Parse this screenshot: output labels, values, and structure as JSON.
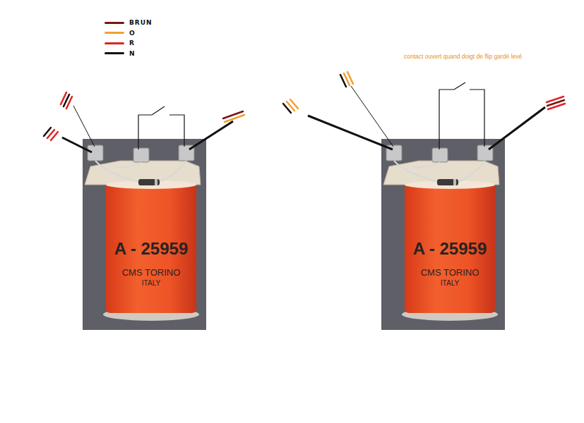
{
  "diagram": {
    "labels": [
      "contact ouvert quand doigt de flip gardé levé",
      "A - 25959",
      "CMS TORINO",
      "ITALY",
      "A - 25959",
      "CMS TORINO",
      "ITALY"
    ],
    "legend": [
      {
        "text": "BRUN",
        "color": "#7a1414"
      },
      {
        "text": "O",
        "color": "#f0a030"
      },
      {
        "text": "R",
        "color": "#e02424"
      },
      {
        "text": "N",
        "color": "#111111"
      }
    ]
  }
}
